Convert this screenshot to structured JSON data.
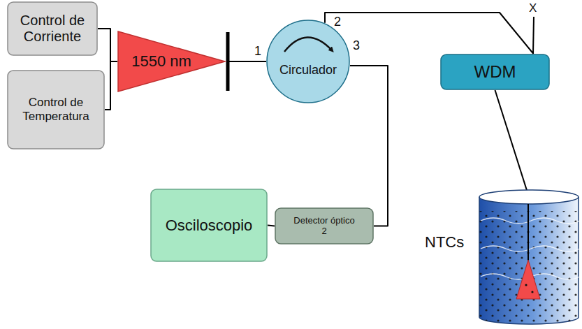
{
  "diagram": {
    "nodes": [
      {
        "text": [
          "Control de Corriente"
        ]
      },
      {
        "text": [
          "Control de Temperatura"
        ]
      },
      {
        "text": [
          "1550 nm"
        ]
      },
      {
        "text": [
          "Circulador"
        ]
      },
      {
        "text": [
          "WDM"
        ]
      },
      {
        "text": [
          "Osciloscopio"
        ]
      },
      {
        "text": [
          "Detector óptico 2"
        ]
      },
      {
        "text": [
          "NTCs"
        ]
      }
    ],
    "edges": [
      {
        "from": 0,
        "to": 2,
        "arrow": "none"
      },
      {
        "from": 1,
        "to": 2,
        "arrow": "none"
      },
      {
        "from": 2,
        "to": 3,
        "arrow": "none"
      },
      {
        "from": 3,
        "to": 4,
        "arrow": "none"
      },
      {
        "from": 3,
        "to": 6,
        "arrow": "none"
      },
      {
        "from": 6,
        "to": 5,
        "arrow": "none"
      },
      {
        "from": 4,
        "to": 7,
        "arrow": "none"
      }
    ],
    "labels": [
      "1",
      "2",
      "3",
      "X"
    ]
  }
}
